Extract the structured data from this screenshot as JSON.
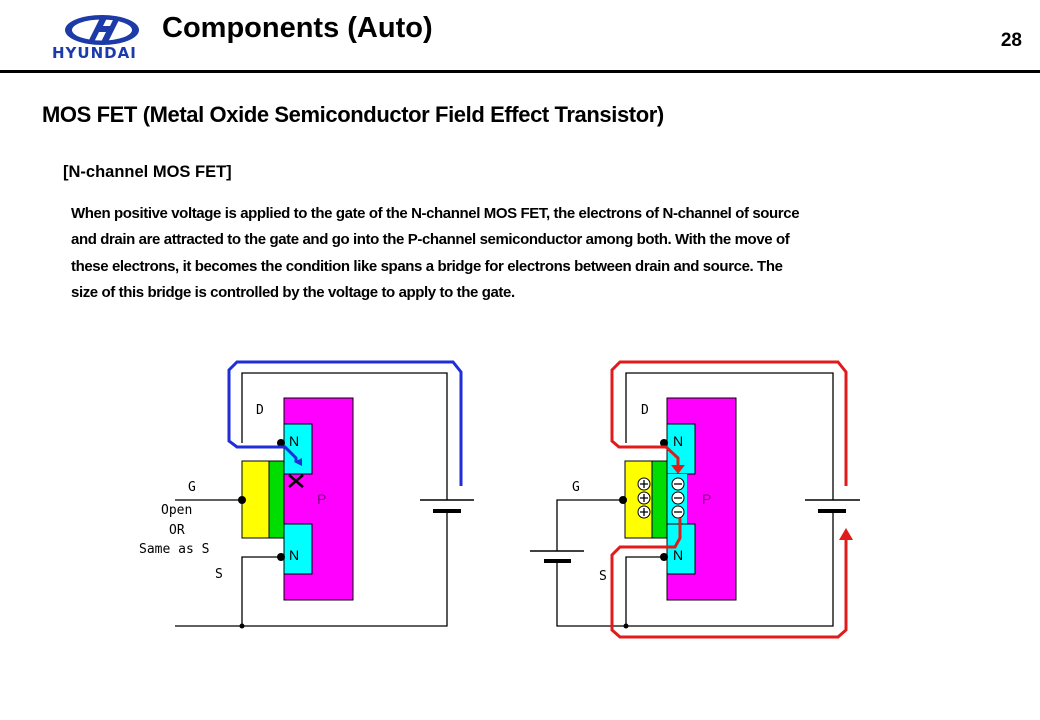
{
  "header": {
    "logo_text": "HYUNDAI",
    "title": "Components (Auto)",
    "page_number": "28"
  },
  "main": {
    "heading": "MOS FET (Metal Oxide Semiconductor Field Effect Transistor)",
    "subheading": "[N-channel MOS FET]",
    "paragraph_lines": [
      "When positive voltage is applied to the gate of the N-channel MOS FET, the electrons of N-channel of source",
      "and drain are attracted to the gate and go into the P-channel semiconductor among both. With the move of",
      "these electrons, it becomes the condition like spans a bridge for electrons between drain and source. The",
      "size of this bridge is controlled by the voltage to apply to the gate."
    ]
  },
  "diagram_left": {
    "label_drain": "D",
    "label_gate": "G",
    "label_source": "S",
    "gate_note": [
      "Open",
      "OR",
      "Same as S"
    ],
    "label_n_top": "N",
    "label_n_bottom": "N",
    "label_p": "P",
    "flow_color": "#1f2ed6",
    "state": "blocked"
  },
  "diagram_right": {
    "label_drain": "D",
    "label_gate": "G",
    "label_source": "S",
    "label_n_top": "N",
    "label_n_bottom": "N",
    "label_p": "P",
    "flow_color": "#e11b1b",
    "gate_charges": [
      "+",
      "+",
      "+"
    ],
    "channel_charges": [
      "-",
      "-",
      "-"
    ],
    "state": "conducting"
  },
  "colors": {
    "p_substrate": "#ff00ff",
    "n_region": "#00ffff",
    "gate_metal": "#ffff00",
    "oxide": "#00dd00",
    "logo": "#1c3aa8"
  }
}
